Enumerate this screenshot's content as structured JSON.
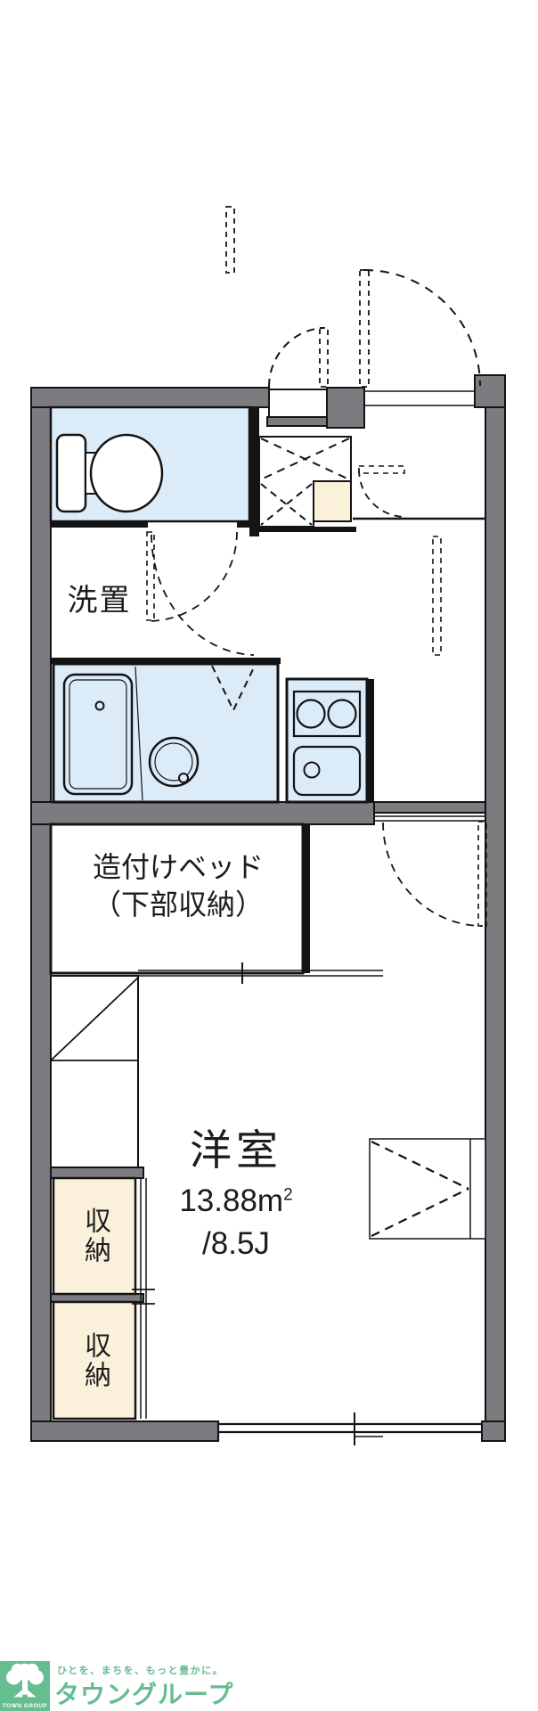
{
  "colors": {
    "wall_gray": "#7b7b80",
    "water_blue": "#dcebf8",
    "cream": "#fbf1da",
    "line_black": "#141414",
    "brand_green": "#66bd90"
  },
  "rooms": {
    "washer_label": "洗置",
    "bed_line1": "造付けベッド",
    "bed_line2": "（下部収納）",
    "main_room_name": "洋室",
    "area_base": "13.88m",
    "area_sup": "2",
    "tatami": "/8.5J",
    "closet_upper": "収納",
    "closet_lower": "収納"
  },
  "footer": {
    "tagline": "ひとを、まちを、もっと豊かに。",
    "brand": "タウングループ",
    "logo_caption": "TOWN GROUP"
  }
}
